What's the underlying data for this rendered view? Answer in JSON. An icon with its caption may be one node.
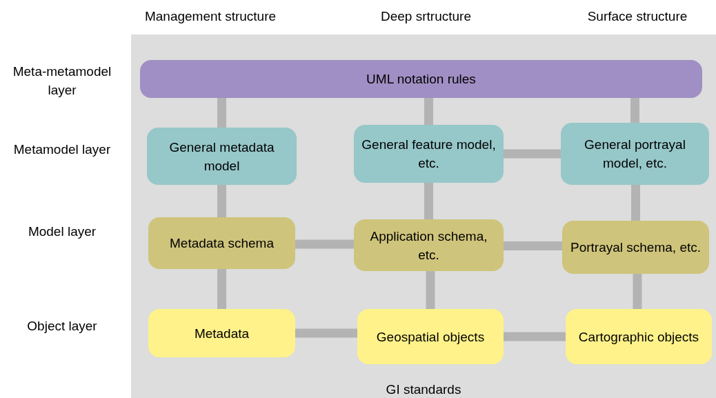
{
  "diagram": {
    "nodes": [
      {
        "text": [
          "GI standards"
        ]
      },
      {
        "text": [
          "UML notation rules"
        ],
        "in": 0
      },
      {
        "text": [
          "General metadata model"
        ],
        "in": 0
      },
      {
        "text": [
          "General feature model, etc."
        ],
        "in": 0
      },
      {
        "text": [
          "General portrayal model, etc."
        ],
        "in": 0
      },
      {
        "text": [
          "Metadata schema"
        ],
        "in": 0
      },
      {
        "text": [
          "Application schema, etc."
        ],
        "in": 0
      },
      {
        "text": [
          "Portrayal schema, etc."
        ],
        "in": 0
      },
      {
        "text": [
          "Metadata"
        ],
        "in": 0
      },
      {
        "text": [
          "Geospatial objects"
        ],
        "in": 0
      },
      {
        "text": [
          "Cartographic objects"
        ],
        "in": 0
      }
    ],
    "edges": [
      {
        "from": 1,
        "to": 2,
        "arrow": "none"
      },
      {
        "from": 1,
        "to": 3,
        "arrow": "none"
      },
      {
        "from": 1,
        "to": 4,
        "arrow": "none"
      },
      {
        "from": 3,
        "to": 4,
        "arrow": "none"
      },
      {
        "from": 2,
        "to": 5,
        "arrow": "none"
      },
      {
        "from": 3,
        "to": 6,
        "arrow": "none"
      },
      {
        "from": 4,
        "to": 7,
        "arrow": "none"
      },
      {
        "from": 5,
        "to": 6,
        "arrow": "none"
      },
      {
        "from": 6,
        "to": 7,
        "arrow": "none"
      },
      {
        "from": 5,
        "to": 8,
        "arrow": "none"
      },
      {
        "from": 6,
        "to": 9,
        "arrow": "none"
      },
      {
        "from": 7,
        "to": 10,
        "arrow": "none"
      },
      {
        "from": 8,
        "to": 9,
        "arrow": "none"
      },
      {
        "from": 9,
        "to": 10,
        "arrow": "none"
      }
    ],
    "labels": [
      "Management structure",
      "Deep srtructure",
      "Surface structure",
      "Meta-metamodel layer",
      "Metamodel layer",
      "Model layer",
      "Object layer"
    ]
  }
}
